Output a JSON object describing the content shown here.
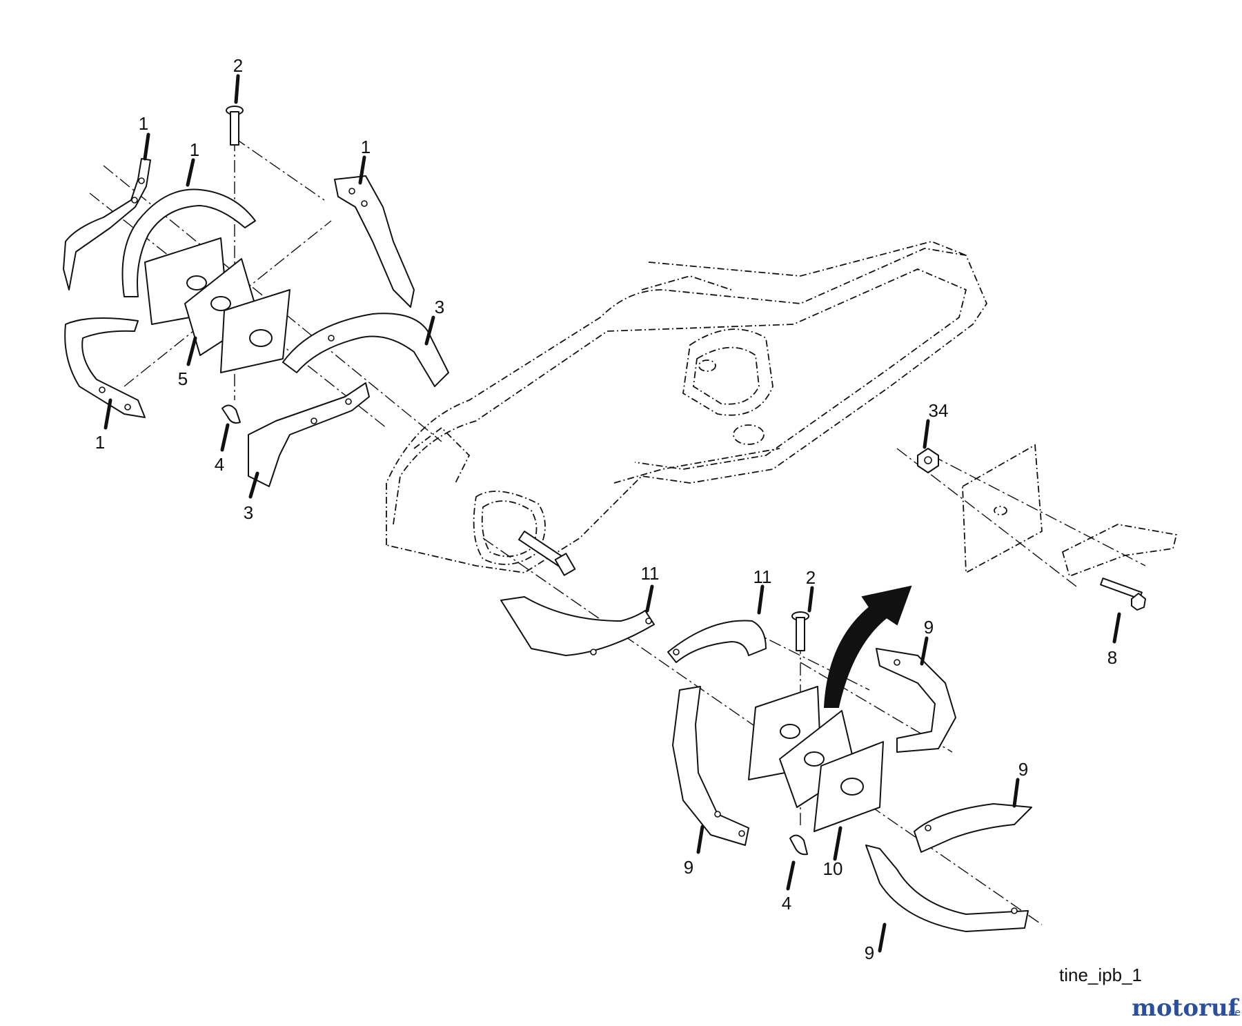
{
  "callouts": {
    "c1": "1",
    "c2": "1",
    "c3": "1",
    "c4": "1",
    "c5": "2",
    "c6": "2",
    "c7": "3",
    "c8": "3",
    "c9": "4",
    "c10": "4",
    "c11": "5",
    "c12": "34",
    "c13": "8",
    "c14": "11",
    "c15": "11",
    "c16": "9",
    "c17": "9",
    "c18": "9",
    "c19": "9",
    "c20": "10"
  },
  "caption": "tine_ipb_1",
  "watermark": {
    "brand": "motoruf",
    "suffix": ".de"
  },
  "colors": {
    "ink": "#111111",
    "brand_blue": "#2a4f9c",
    "brand_orange": "#e8711c",
    "background": "#ffffff"
  }
}
